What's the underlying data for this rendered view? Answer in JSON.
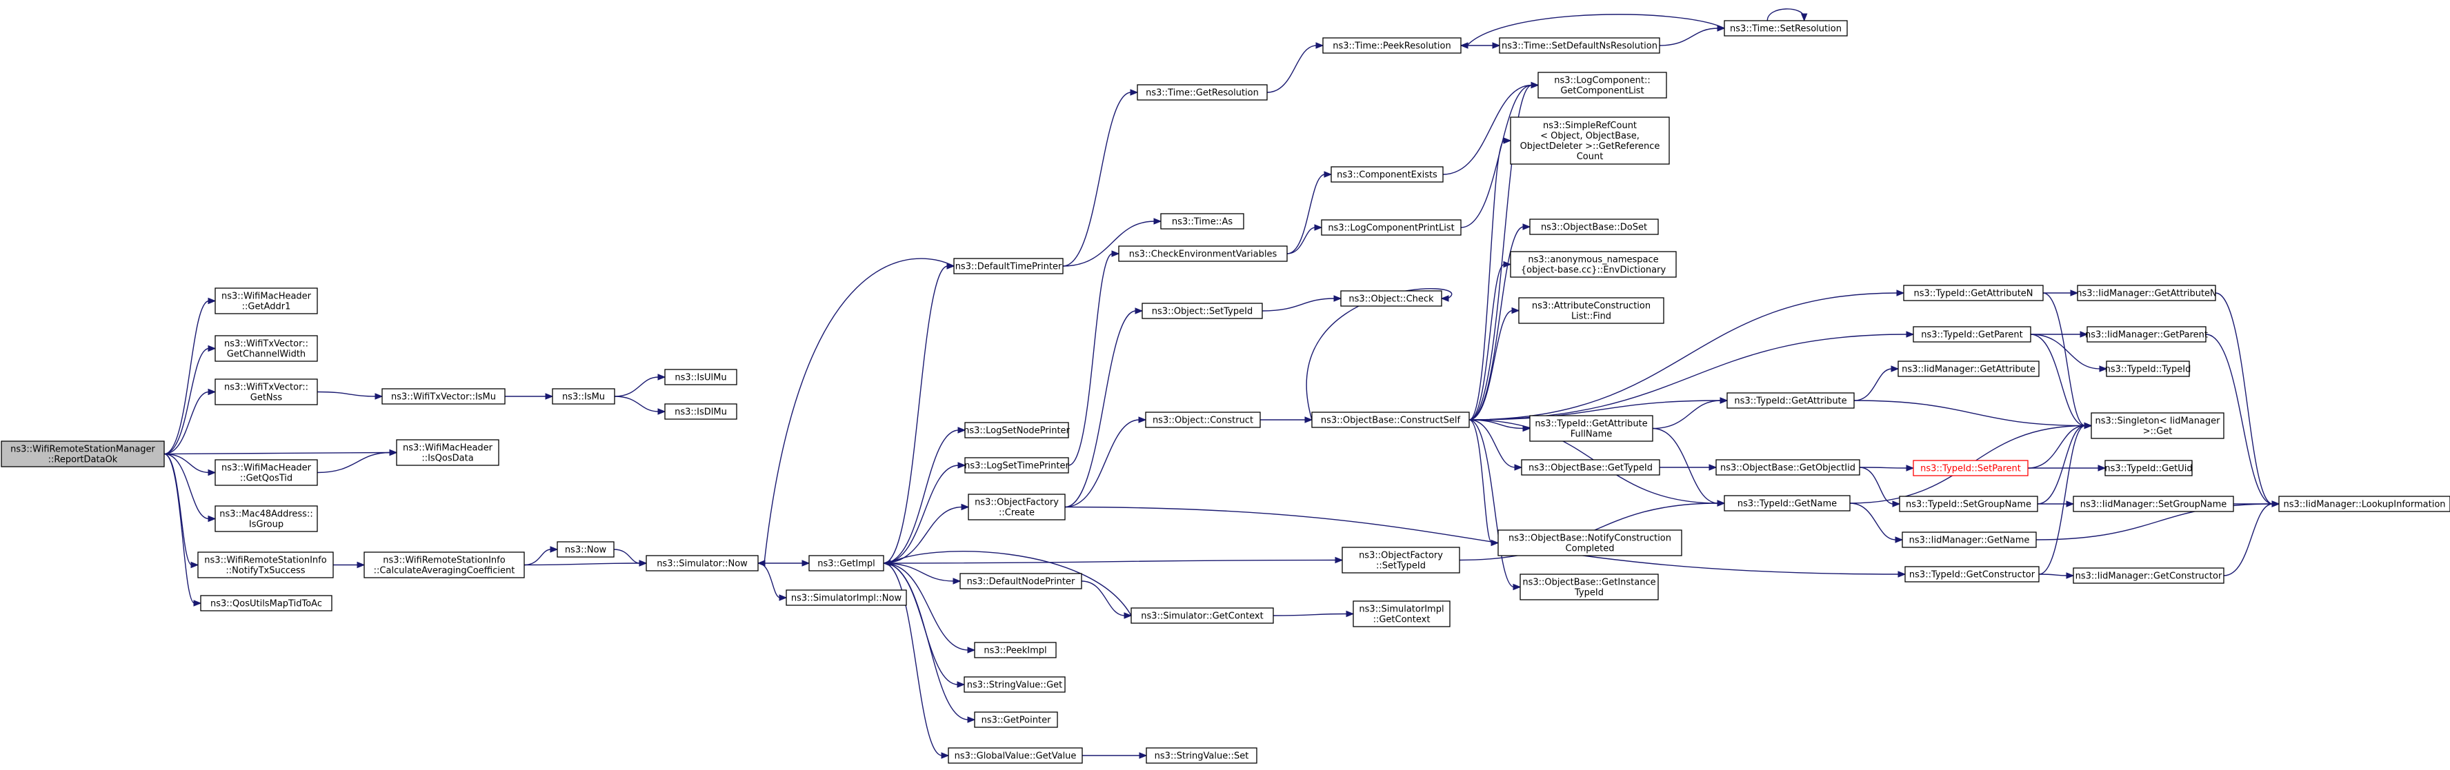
{
  "graph": {
    "edge_color": "#191970",
    "node_fill": "#ffffff",
    "root_fill": "#bfbfbf",
    "highlight_color": "#ff0000",
    "nodes": {
      "n1": [
        "ns3::WifiRemoteStationManager",
        "::ReportDataOk"
      ],
      "n2": [
        "ns3::WifiMacHeader",
        "::GetAddr1"
      ],
      "n3": [
        "ns3::WifiTxVector::",
        "GetChannelWidth"
      ],
      "n4": [
        "ns3::WifiTxVector::",
        "GetNss"
      ],
      "n5": [
        "ns3::WifiTxVector::IsMu"
      ],
      "n6": [
        "ns3::IsMu"
      ],
      "n7": [
        "ns3::IsUlMu"
      ],
      "n8": [
        "ns3::IsDlMu"
      ],
      "n9": [
        "ns3::WifiMacHeader",
        "::IsQosData"
      ],
      "n10": [
        "ns3::WifiMacHeader",
        "::GetQosTid"
      ],
      "n11": [
        "ns3::Mac48Address::",
        "IsGroup"
      ],
      "n12": [
        "ns3::WifiRemoteStationInfo",
        "::NotifyTxSuccess"
      ],
      "n13": [
        "ns3::WifiRemoteStationInfo",
        "::CalculateAveragingCoefficient"
      ],
      "n14": [
        "ns3::QosUtilsMapTidToAc"
      ],
      "n15": [
        "ns3::Now"
      ],
      "n16": [
        "ns3::Simulator::Now"
      ],
      "n17": [
        "ns3::GetImpl"
      ],
      "n18": [
        "ns3::SimulatorImpl::Now"
      ],
      "n19": [
        "ns3::DefaultTimePrinter"
      ],
      "n20": [
        "ns3::LogSetNodePrinter"
      ],
      "n21": [
        "ns3::LogSetTimePrinter"
      ],
      "n22": [
        "ns3::ObjectFactory",
        "::Create"
      ],
      "n23": [
        "ns3::DefaultNodePrinter"
      ],
      "n24": [
        "ns3::PeekImpl"
      ],
      "n25": [
        "ns3::StringValue::Get"
      ],
      "n26": [
        "ns3::GetPointer"
      ],
      "n27": [
        "ns3::GlobalValue::GetValue"
      ],
      "n28": [
        "ns3::StringValue::Set"
      ],
      "n29": [
        "ns3::Time::GetResolution"
      ],
      "n30": [
        "ns3::Time::As"
      ],
      "n31": [
        "ns3::CheckEnvironmentVariables"
      ],
      "n32": [
        "ns3::Object::SetTypeId"
      ],
      "n33": [
        "ns3::Object::Construct"
      ],
      "n34": [
        "ns3::ObjectFactory",
        "::SetTypeId"
      ],
      "n35": [
        "ns3::Simulator::GetContext"
      ],
      "n36": [
        "ns3::SimulatorImpl",
        "::GetContext"
      ],
      "n37": [
        "ns3::Time::PeekResolution"
      ],
      "n38": [
        "ns3::Time::SetDefaultNsResolution"
      ],
      "n39": [
        "ns3::Time::SetResolution"
      ],
      "n40": [
        "ns3::LogComponent::",
        "GetComponentList"
      ],
      "n41": [
        "ns3::SimpleRefCount",
        "< Object, ObjectBase,",
        "ObjectDeleter >::GetReference",
        "Count"
      ],
      "n42": [
        "ns3::ComponentExists"
      ],
      "n43": [
        "ns3::LogComponentPrintList"
      ],
      "n44": [
        "ns3::Object::Check"
      ],
      "n45": [
        "ns3::ObjectBase::ConstructSelf"
      ],
      "n46": [
        "ns3::ObjectBase::DoSet"
      ],
      "n47": [
        "ns3::anonymous_namespace",
        "{object-base.cc}::EnvDictionary"
      ],
      "n48": [
        "ns3::AttributeConstruction",
        "List::Find"
      ],
      "n49": [
        "ns3::TypeId::GetAttribute",
        "FullName"
      ],
      "n50": [
        "ns3::ObjectBase::GetTypeId"
      ],
      "n51": [
        "ns3::ObjectBase::NotifyConstruction",
        "Completed"
      ],
      "n52": [
        "ns3::ObjectBase::GetInstance",
        "TypeId"
      ],
      "n53": [
        "ns3::TypeId::GetAttributeN"
      ],
      "n54": [
        "ns3::TypeId::GetParent"
      ],
      "n55": [
        "ns3::TypeId::GetAttribute"
      ],
      "n56": [
        "ns3::ObjectBase::GetObjectIid"
      ],
      "n57": [
        "ns3::TypeId::GetName"
      ],
      "n58": [
        "ns3::TypeId::GetConstructor"
      ],
      "n59": [
        "ns3::IidManager::GetAttributeN"
      ],
      "n60": [
        "ns3::IidManager::GetParent"
      ],
      "n61": [
        "ns3::TypeId::TypeId"
      ],
      "n62": [
        "ns3::IidManager::GetAttribute"
      ],
      "n63": [
        "ns3::Singleton< IidManager",
        ">::Get"
      ],
      "n64": [
        "ns3::TypeId::SetParent"
      ],
      "n65": [
        "ns3::TypeId::GetUid"
      ],
      "n66": [
        "ns3::TypeId::SetGroupName"
      ],
      "n67": [
        "ns3::IidManager::SetGroupName"
      ],
      "n68": [
        "ns3::IidManager::GetName"
      ],
      "n69": [
        "ns3::IidManager::GetConstructor"
      ],
      "n70": [
        "ns3::IidManager::LookupInformation"
      ]
    }
  }
}
